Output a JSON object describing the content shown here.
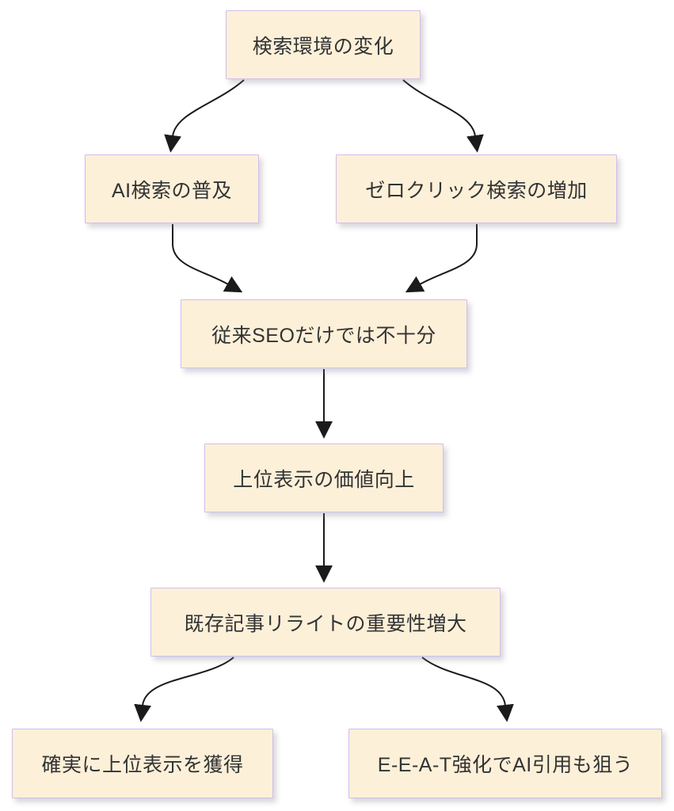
{
  "diagram": {
    "type": "flowchart",
    "direction": "top-down",
    "style": {
      "background": "#ffffff",
      "node_fill": "#fdf0d9",
      "node_border": "#cfc0e8",
      "node_text_color": "#333333",
      "arrow_color": "#1b1b1b"
    },
    "nodes": [
      {
        "id": "search-env-change",
        "label": "検索環境の変化"
      },
      {
        "id": "ai-search-spread",
        "label": "AI検索の普及"
      },
      {
        "id": "zero-click-increase",
        "label": "ゼロクリック検索の増加"
      },
      {
        "id": "traditional-seo-insufficient",
        "label": "従来SEOだけでは不十分"
      },
      {
        "id": "top-ranking-value-up",
        "label": "上位表示の価値向上"
      },
      {
        "id": "rewrite-importance-grow",
        "label": "既存記事リライトの重要性増大"
      },
      {
        "id": "secure-top-ranking",
        "label": "確実に上位表示を獲得"
      },
      {
        "id": "eeat-ai-citation",
        "label": "E-E-A-T強化でAI引用も狙う"
      }
    ],
    "edges": [
      {
        "from": "search-env-change",
        "to": "ai-search-spread"
      },
      {
        "from": "search-env-change",
        "to": "zero-click-increase"
      },
      {
        "from": "ai-search-spread",
        "to": "traditional-seo-insufficient"
      },
      {
        "from": "zero-click-increase",
        "to": "traditional-seo-insufficient"
      },
      {
        "from": "traditional-seo-insufficient",
        "to": "top-ranking-value-up"
      },
      {
        "from": "top-ranking-value-up",
        "to": "rewrite-importance-grow"
      },
      {
        "from": "rewrite-importance-grow",
        "to": "secure-top-ranking"
      },
      {
        "from": "rewrite-importance-grow",
        "to": "eeat-ai-citation"
      }
    ]
  }
}
